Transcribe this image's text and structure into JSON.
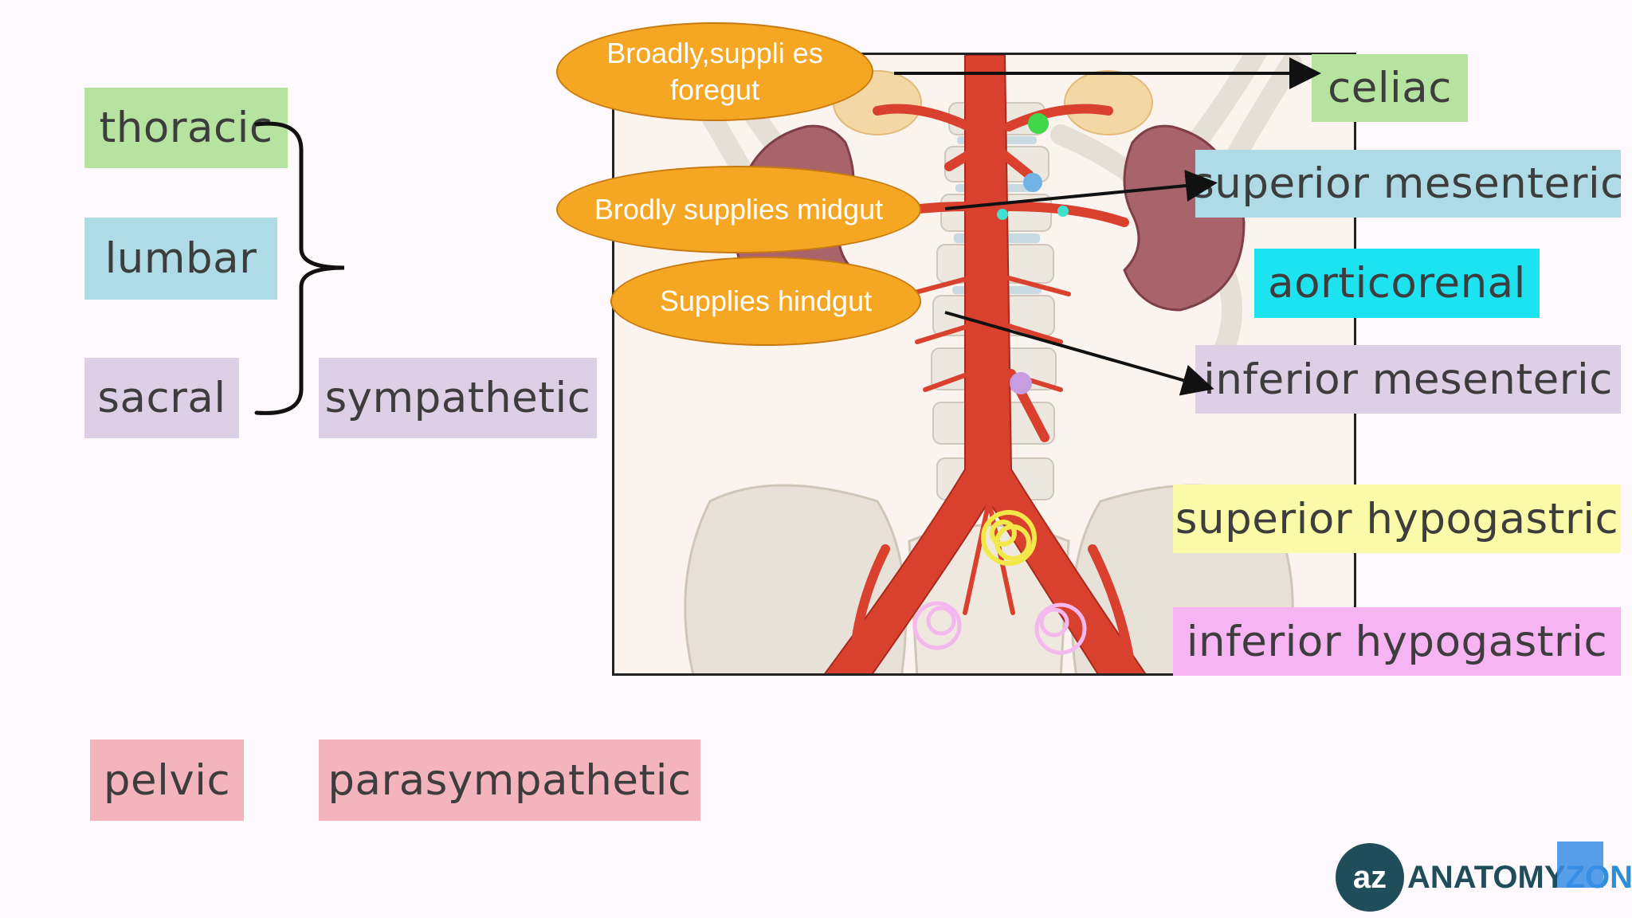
{
  "left_labels": {
    "thoracic": "thoracic",
    "lumbar": "lumbar",
    "sacral": "sacral",
    "pelvic": "pelvic",
    "sympathetic": "sympathetic",
    "parasympathetic": "parasympathetic"
  },
  "right_labels": {
    "celiac": "celiac",
    "superior_mesenteric": "superior mesenteric",
    "aorticorenal": "aorticorenal",
    "inferior_mesenteric": "inferior mesenteric",
    "superior_hypogastric": "superior hypogastric",
    "inferior_hypogastric": "inferior hypogastric"
  },
  "ovals": {
    "foregut": "Broadly,suppli es foregut",
    "midgut": "Brodly supplies midgut",
    "hindgut": "Supplies hindgut"
  },
  "logo": {
    "mark": "az",
    "word_a": "ANATOMY",
    "word_b": "ZONE"
  },
  "colors": {
    "green": "#b6e4a0",
    "light_blue": "#aedbe6",
    "cyan": "#1ce3ef",
    "lavender": "#dccfe6",
    "yellow": "#fafaa8",
    "magenta": "#f7b4f3",
    "pink": "#f4b4bb",
    "orange": "#f5a623",
    "aorta": "#d9402e"
  }
}
